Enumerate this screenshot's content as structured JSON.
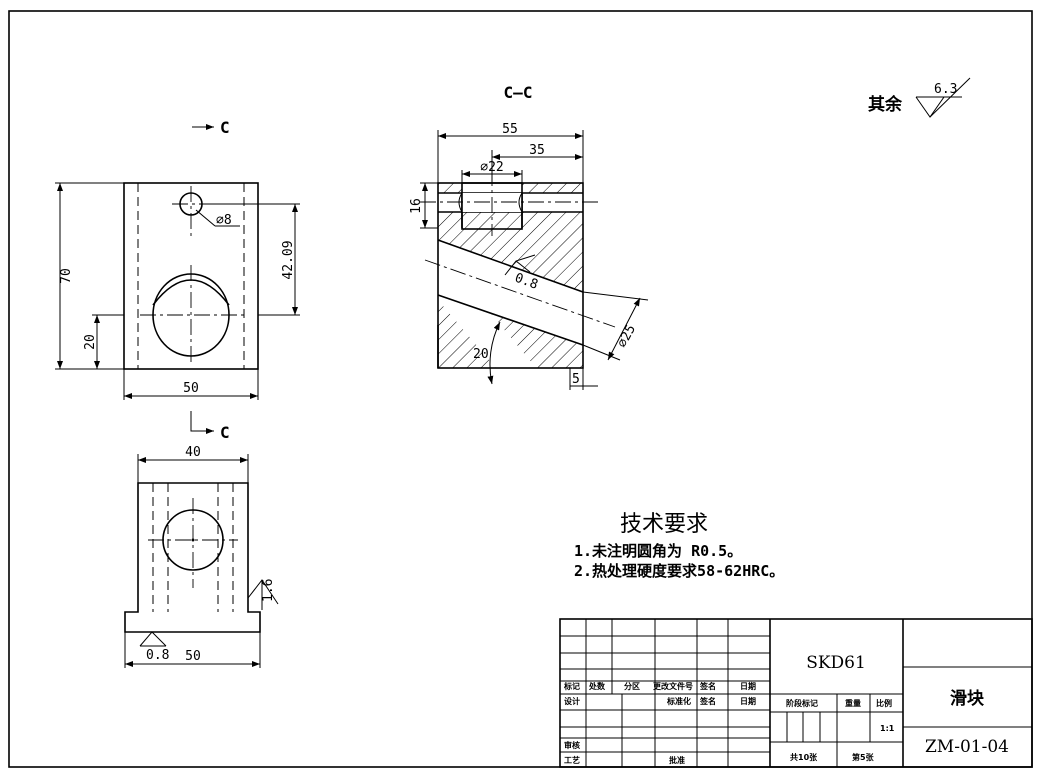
{
  "views": {
    "section_label": "C—C",
    "cut_label_top": "C",
    "cut_label_bottom": "C"
  },
  "dimensions": {
    "front_width": "50",
    "front_height": "70",
    "hole_small_dia": "⌀8",
    "hole_center_dist": "42.09",
    "big_hole_height": "20",
    "section_width": "55",
    "section_offset": "35",
    "section_bore": "⌀22",
    "section_thickness": "16",
    "section_bore_large": "⌀25",
    "section_angle": "20",
    "section_edge": "5",
    "roughness_section": "0.8",
    "bottom_width_top": "40",
    "bottom_width_base": "50",
    "roughness_side": "1.6",
    "roughness_base": "0.8"
  },
  "surface_finish": {
    "label": "其余",
    "value": "6.3"
  },
  "tech_notes": {
    "title": "技术要求",
    "lines": [
      "1.未注明圆角为  R0.5。",
      "2.热处理硬度要求58-62HRC。"
    ]
  },
  "title_block": {
    "material": "SKD61",
    "part_name": "滑块",
    "drawing_no": "ZM-01-04",
    "scale": "1:1",
    "sheets_total": "共10张",
    "sheet_no": "第5张",
    "headers": {
      "mark": "标记",
      "count": "处数",
      "zone": "分区",
      "change_doc": "更改文件号",
      "sign": "签名",
      "date": "日期",
      "design": "设计",
      "standard": "标准化",
      "sign2": "签名",
      "date2": "日期",
      "check": "审核",
      "process": "工艺",
      "approve": "批准",
      "stage": "阶段标记",
      "weight": "重量",
      "ratio": "比例"
    }
  }
}
